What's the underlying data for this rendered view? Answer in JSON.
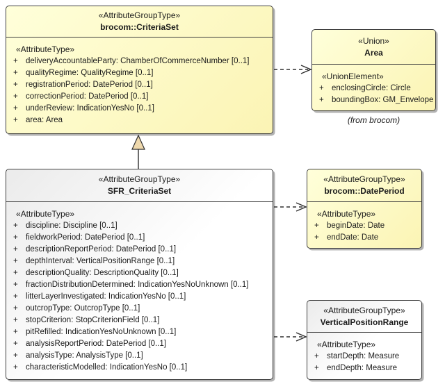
{
  "diagram": {
    "colors": {
      "yellow-start": "#ffffda",
      "yellow-end": "#fbf4b4",
      "white-start": "#ebebeb",
      "white-end": "#ffffff",
      "box-border": "#3d3d3d",
      "box-shadow": "#b2b2b2",
      "line-color": "#2e2e2e",
      "triangle-fill": "#efd9ad",
      "text-color": "#1b1b1b",
      "bg": "#ffffff"
    },
    "boxes": {
      "criteria_set": {
        "stereotype": "«AttributeGroupType»",
        "name": "brocom::CriteriaSet",
        "section_label": "«AttributeType»",
        "attributes": [
          {
            "vis": "+",
            "text": "deliveryAccountableParty: ChamberOfCommerceNumber [0..1]"
          },
          {
            "vis": "+",
            "text": "qualityRegime: QualityRegime [0..1]"
          },
          {
            "vis": "+",
            "text": "registrationPeriod: DatePeriod [0..1]"
          },
          {
            "vis": "+",
            "text": "correctionPeriod: DatePeriod [0..1]"
          },
          {
            "vis": "+",
            "text": "underReview: IndicationYesNo [0..1]"
          },
          {
            "vis": "+",
            "text": "area: Area"
          }
        ]
      },
      "area": {
        "stereotype": "«Union»",
        "name": "Area",
        "section_label": "«UnionElement»",
        "attributes": [
          {
            "vis": "+",
            "text": "enclosingCircle: Circle"
          },
          {
            "vis": "+",
            "text": "boundingBox: GM_Envelope"
          }
        ],
        "caption": "(from brocom)"
      },
      "sfr_criteria_set": {
        "stereotype": "«AttributeGroupType»",
        "name": "SFR_CriteriaSet",
        "section_label": "«AttributeType»",
        "attributes": [
          {
            "vis": "+",
            "text": "discipline: Discipline [0..1]"
          },
          {
            "vis": "+",
            "text": "fieldworkPeriod: DatePeriod [0..1]"
          },
          {
            "vis": "+",
            "text": "descriptionReportPeriod: DatePeriod [0..1]"
          },
          {
            "vis": "+",
            "text": "depthInterval: VerticalPositionRange [0..1]"
          },
          {
            "vis": "+",
            "text": "descriptionQuality: DescriptionQuality [0..1]"
          },
          {
            "vis": "+",
            "text": "fractionDistributionDetermined: IndicationYesNoUnknown [0..1]"
          },
          {
            "vis": "+",
            "text": "litterLayerInvestigated: IndicationYesNo [0..1]"
          },
          {
            "vis": "+",
            "text": "outcropType: OutcropType [0..1]"
          },
          {
            "vis": "+",
            "text": "stopCriterion: StopCriterionField [0..1]"
          },
          {
            "vis": "+",
            "text": "pitRefilled: IndicationYesNoUnknown [0..1]"
          },
          {
            "vis": "+",
            "text": "analysisReportPeriod: DatePeriod [0..1]"
          },
          {
            "vis": "+",
            "text": "analysisType: AnalysisType [0..1]"
          },
          {
            "vis": "+",
            "text": "characteristicModelled: IndicationYesNo [0..1]"
          }
        ]
      },
      "date_period": {
        "stereotype": "«AttributeGroupType»",
        "name": "brocom::DatePeriod",
        "section_label": "«AttributeType»",
        "attributes": [
          {
            "vis": "+",
            "text": "beginDate: Date"
          },
          {
            "vis": "+",
            "text": "endDate: Date"
          }
        ]
      },
      "vertical_position_range": {
        "stereotype": "«AttributeGroupType»",
        "name": "VerticalPositionRange",
        "section_label": "«AttributeType»",
        "attributes": [
          {
            "vis": "+",
            "text": "startDepth: Measure"
          },
          {
            "vis": "+",
            "text": "endDepth: Measure"
          }
        ]
      }
    }
  }
}
